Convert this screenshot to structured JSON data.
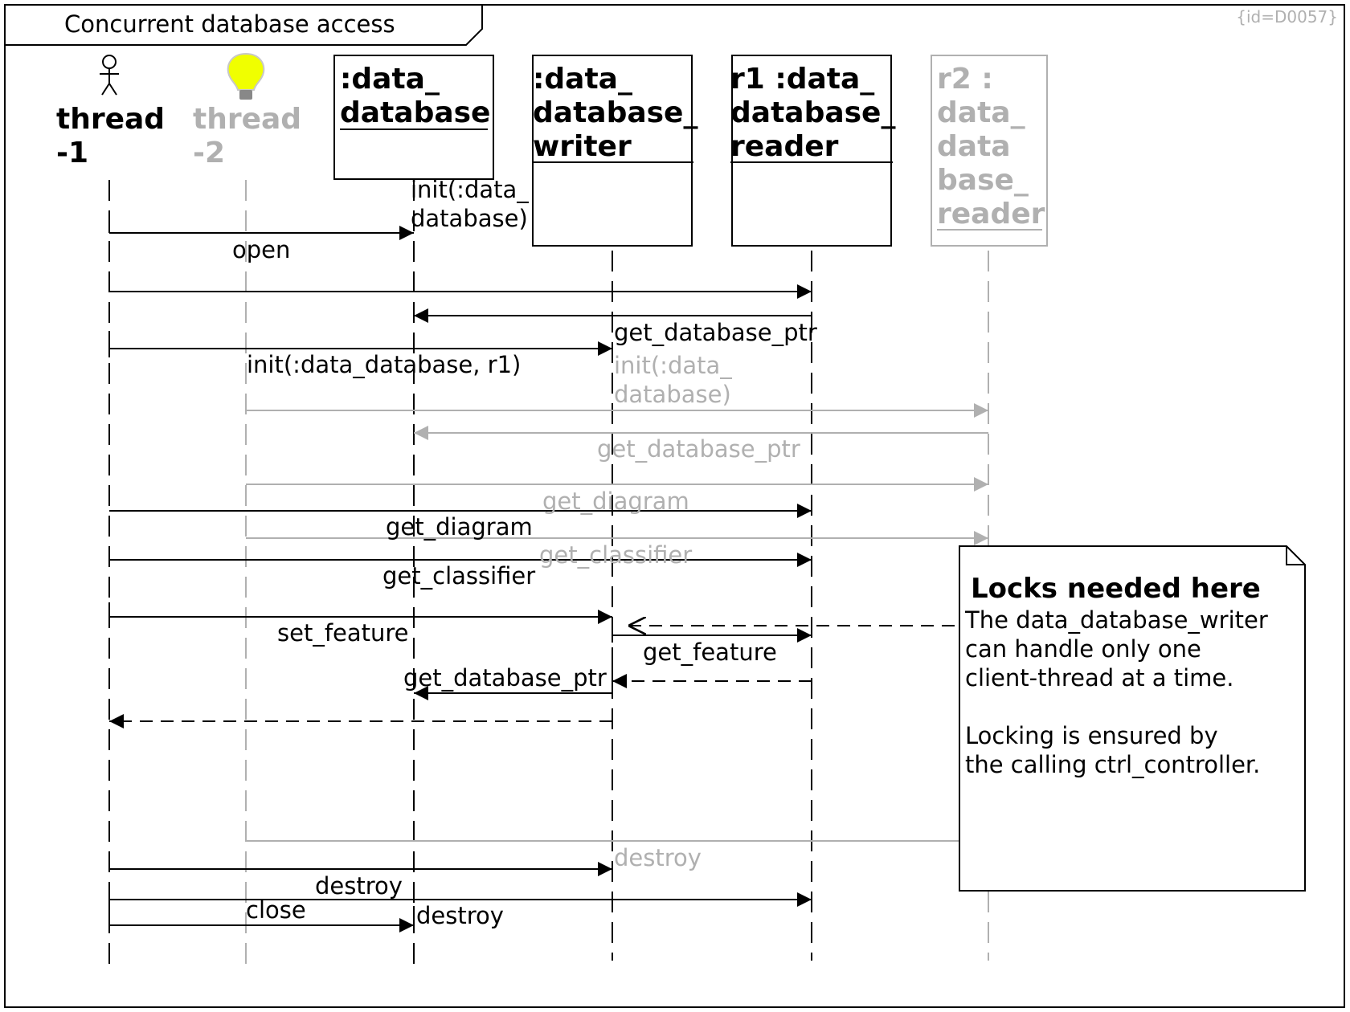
{
  "frame": {
    "title": "Concurrent database access",
    "id_tag": "{id=D0057}"
  },
  "lifelines": [
    {
      "line1": "thread",
      "line2": "-1",
      "icon": "actor-icon",
      "color": "#000000"
    },
    {
      "line1": "thread",
      "line2": "-2",
      "icon": "lightbulb-icon",
      "color": "#b0b0b0"
    },
    {
      "line1": ":data_",
      "line2": "database"
    },
    {
      "line1": ":data_",
      "line2": "database_",
      "line3": "writer"
    },
    {
      "line1": "r1 :data_",
      "line2": "database_",
      "line3": "reader"
    },
    {
      "line1": "r2 :",
      "line2": "data_",
      "line3": "data",
      "line4": "base_",
      "line5": "reader",
      "color": "#b0b0b0"
    }
  ],
  "messages": [
    {
      "text": "open"
    },
    {
      "text1": "init(:data_",
      "text2": "database)"
    },
    {
      "text": "get_database_ptr"
    },
    {
      "text": "init(:data_database, r1)"
    },
    {
      "text1": "init(:data_",
      "text2": "database)"
    },
    {
      "text": "get_database_ptr"
    },
    {
      "text": "get_diagram"
    },
    {
      "text": "get_diagram"
    },
    {
      "text": "get_classifier"
    },
    {
      "text": "get_classifier"
    },
    {
      "text": "set_feature"
    },
    {
      "text": "get_feature"
    },
    {
      "text": "get_database_ptr"
    },
    {
      "text": "destroy"
    },
    {
      "text": "destroy"
    },
    {
      "text": "close"
    },
    {
      "text": "destroy"
    }
  ],
  "note": {
    "title": "Locks needed here",
    "line1": "The data_database_writer",
    "line2": "can handle only one",
    "line3": "client-thread at a time.",
    "line4": "Locking is ensured by",
    "line5": "the calling ctrl_controller."
  },
  "colors": {
    "primary": "#000000",
    "inactive": "#b0b0b0",
    "bulb_yellow": "#f0ff00"
  }
}
